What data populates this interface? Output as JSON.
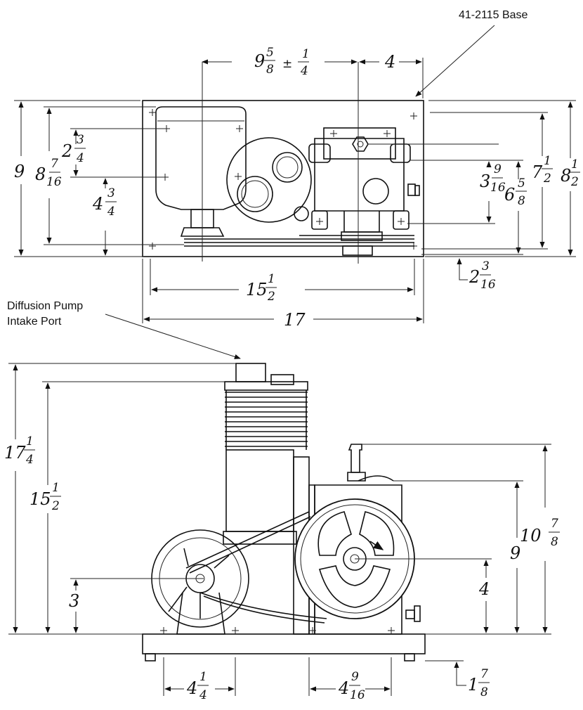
{
  "labels": {
    "base": "41-2115 Base",
    "port_line1": "Diffusion Pump",
    "port_line2": "Intake Port"
  },
  "top_view": {
    "spacing_whole": "9",
    "spacing_num": "5",
    "spacing_den": "8",
    "tol_sign": "±",
    "tol_num": "1",
    "tol_den": "4",
    "right_offset": "4",
    "height_left": "9",
    "h2_whole": "8",
    "h2_num": "7",
    "h2_den": "16",
    "h3_whole": "2",
    "h3_num": "3",
    "h3_den": "4",
    "h4_whole": "4",
    "h4_num": "3",
    "h4_den": "4",
    "r1_whole": "3",
    "r1_num": "9",
    "r1_den": "16",
    "r2_whole": "6",
    "r2_num": "5",
    "r2_den": "8",
    "r3_whole": "7",
    "r3_num": "1",
    "r3_den": "2",
    "r4_whole": "8",
    "r4_num": "1",
    "r4_den": "2",
    "bot_whole": "2",
    "bot_num": "3",
    "bot_den": "16",
    "w1_whole": "15",
    "w1_num": "1",
    "w1_den": "2",
    "w2": "17"
  },
  "side_view": {
    "hA_whole": "17",
    "hA_num": "1",
    "hA_den": "4",
    "hB_whole": "15",
    "hB_num": "1",
    "hB_den": "2",
    "hC": "3",
    "hD_whole": "10",
    "hD_num": "7",
    "hD_den": "8",
    "hE": "9",
    "hF": "4",
    "b1_whole": "4",
    "b1_num": "1",
    "b1_den": "4",
    "b2_whole": "4",
    "b2_num": "9",
    "b2_den": "16",
    "b3_whole": "1",
    "b3_num": "7",
    "b3_den": "8"
  }
}
